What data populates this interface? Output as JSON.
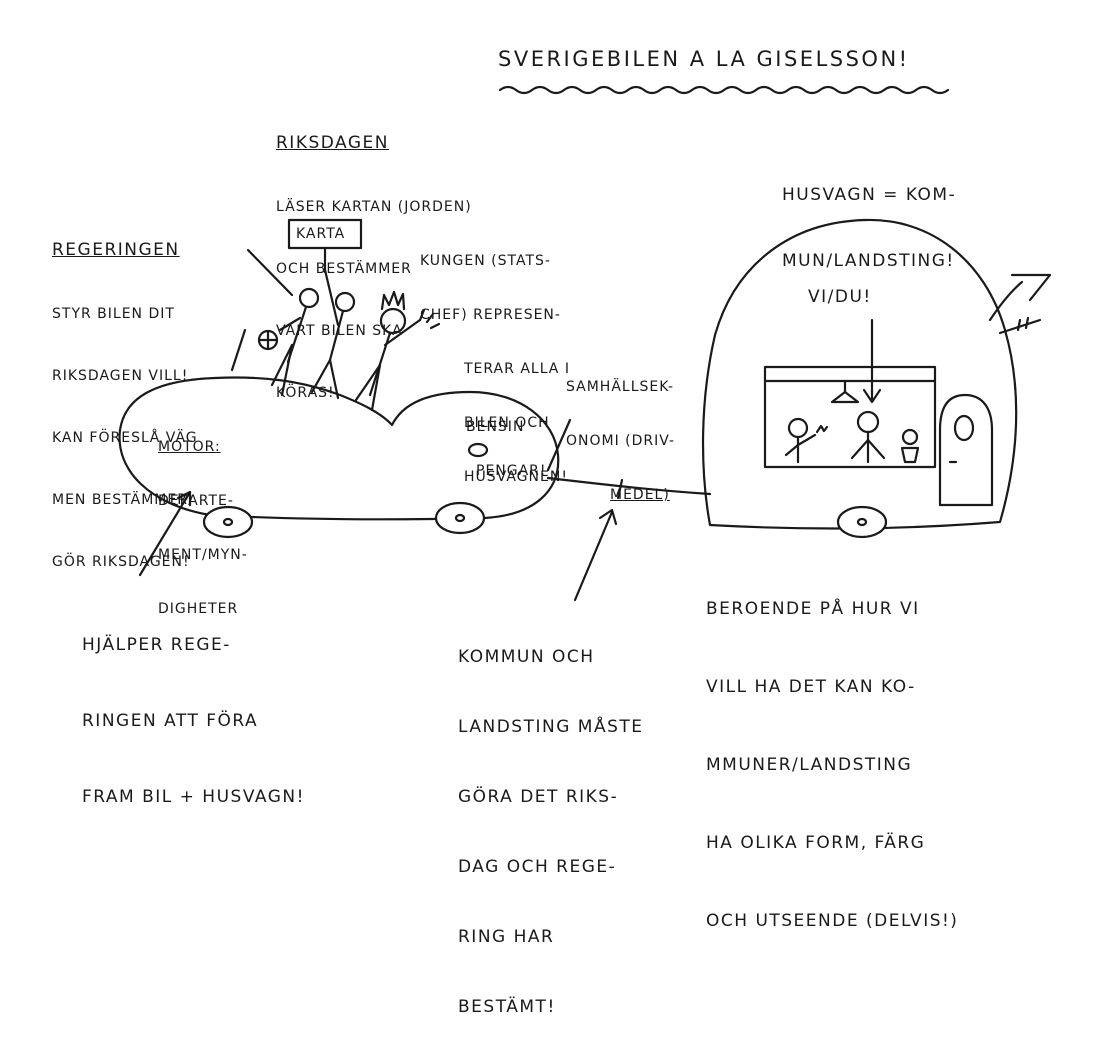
{
  "title": "SVERIGEBILEN A LA GISELSSON!",
  "riksdagen": {
    "heading": "RIKSDAGEN",
    "lines": [
      "LÄSER KARTAN (JORDEN)",
      "OCH BESTÄMMER",
      "VART BILEN SKA",
      "KÖRAS!"
    ]
  },
  "sign": "KARTA",
  "regeringen": {
    "heading": "REGERINGEN",
    "lines": [
      "STYR BILEN DIT",
      "RIKSDAGEN VILL!",
      "KAN FÖRESLÅ VÄG",
      "MEN BESTÄMMER",
      "GÖR RIKSDAGEN!"
    ]
  },
  "kungen": {
    "lines": [
      "KUNGEN (STATS-",
      "CHEF) REPRESEN-",
      "TERAR ALLA I",
      "BILEN OCH",
      "HUSVAGNEN!"
    ]
  },
  "husvagn": {
    "lines": [
      "HUSVAGN = KOM-",
      "MUN/LANDSTING!"
    ]
  },
  "vi_du": "VI/DU!",
  "motor": {
    "heading": "MOTOR:",
    "lines": [
      "DEPARTE-",
      "MENT/MYN-",
      "DIGHETER"
    ]
  },
  "bensin": {
    "top": "BENSIN",
    "bottom": "PENGAR!"
  },
  "samhallsekonomi": {
    "lines": [
      "SAMHÄLLSEK-",
      "ONOMI (DRIV-",
      "MEDEL)"
    ]
  },
  "hjalper": {
    "lines": [
      "HJÄLPER REGE-",
      "RINGEN ATT FÖRA",
      "FRAM BIL + HUSVAGN!"
    ]
  },
  "kommun": {
    "lines": [
      "KOMMUN OCH",
      "LANDSTING MÅSTE",
      "GÖRA DET RIKS-",
      "DAG OCH REGE-",
      "RING HAR",
      "BESTÄMT!"
    ]
  },
  "beroende": {
    "lines": [
      "BEROENDE PÅ HUR VI",
      "VILL HA DET KAN KO-",
      "MMUNER/LANDSTING",
      "HA OLIKA FORM, FÄRG",
      "OCH UTSEENDE (DELVIS!)"
    ]
  }
}
